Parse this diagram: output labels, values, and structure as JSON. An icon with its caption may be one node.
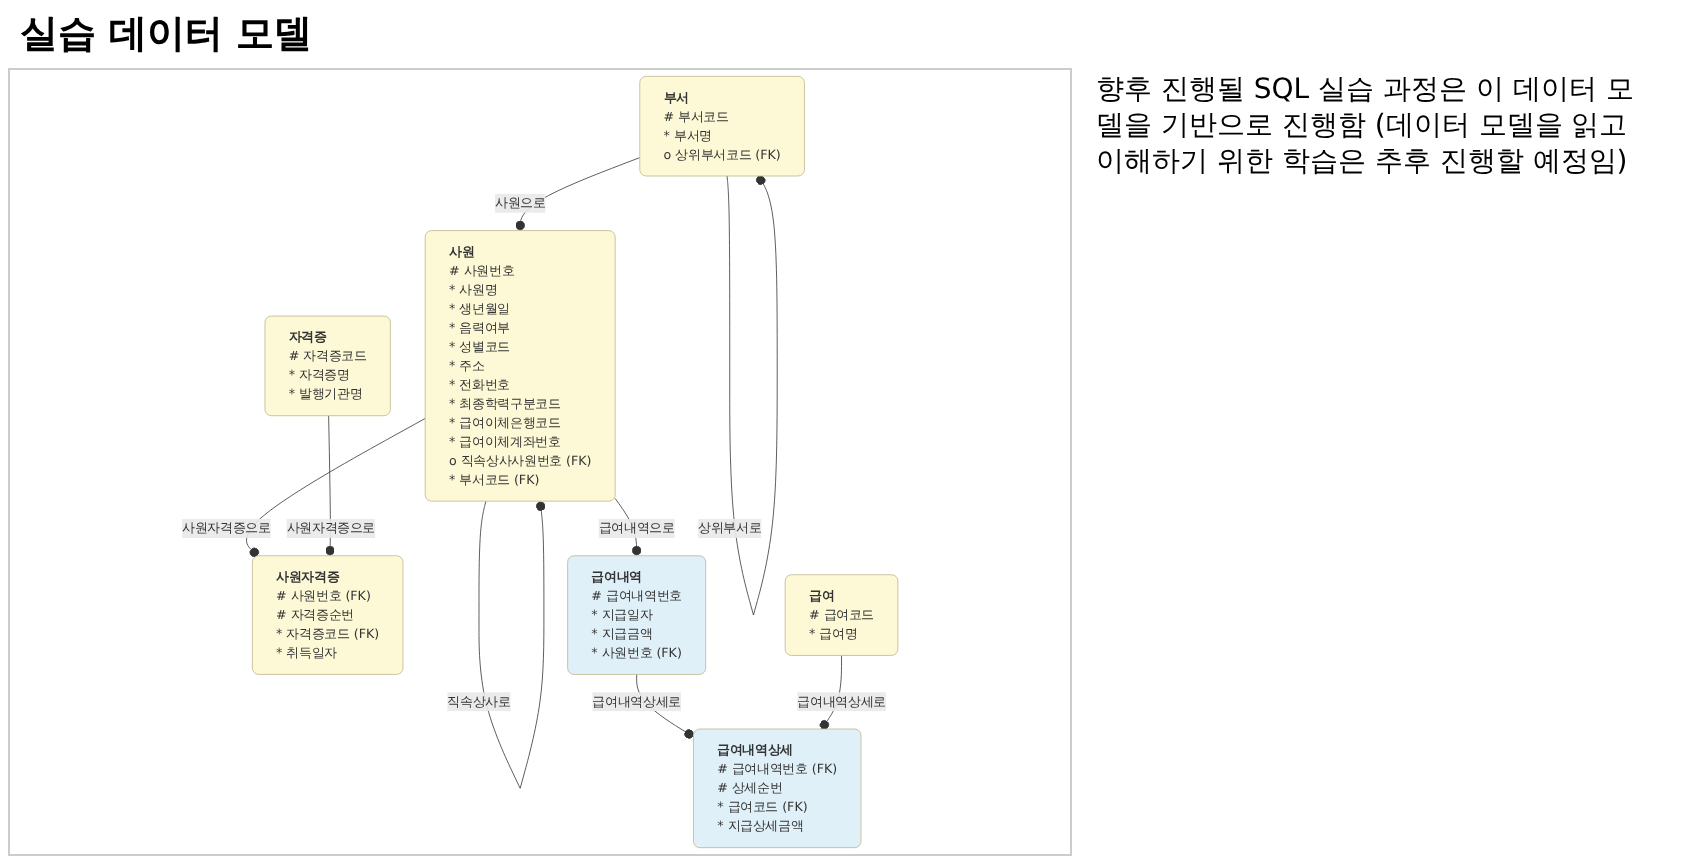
{
  "diagram": {
    "title": "실습 데이터 모델",
    "nodes": [
      {
        "text": [
          "사원",
          "# 사원번호",
          "* 사원명",
          "* 생년월일",
          "* 음력여부",
          "* 성별코드",
          "* 주소",
          "* 전화번호",
          "* 최종학력구분코드",
          "* 급여이체은행코드",
          "* 급여이체계좌번호",
          "o 직속상사사원번호 (FK)",
          "* 부서코드 (FK)"
        ]
      },
      {
        "text": [
          "부서",
          "# 부서코드",
          "* 부서명",
          "o 상위부서코드 (FK)"
        ]
      },
      {
        "text": [
          "사원자격증",
          "# 사원번호 (FK)",
          "# 자격증순번",
          "* 자격증코드 (FK)",
          "* 취득일자"
        ]
      },
      {
        "text": [
          "자격증",
          "# 자격증코드",
          "* 자격증명",
          "* 발행기관명"
        ]
      },
      {
        "text": [
          "급여내역",
          "# 급여내역번호",
          "* 지급일자",
          "* 지급금액",
          "* 사원번호 (FK)"
        ]
      },
      {
        "text": [
          "급여내역상세",
          "# 급여내역번호 (FK)",
          "# 상세순번",
          "* 급여코드 (FK)",
          "* 지급상세금액"
        ]
      },
      {
        "text": [
          "급여",
          "# 급여코드",
          "* 급여명"
        ]
      }
    ],
    "edges": [
      {
        "from": 0,
        "to": 0,
        "arrow": "other",
        "label": "직속상사로"
      },
      {
        "from": 1,
        "to": 0,
        "arrow": "other",
        "label": "사원으로"
      },
      {
        "from": 1,
        "to": 1,
        "arrow": "other",
        "label": "상위부서로"
      },
      {
        "from": 0,
        "to": 2,
        "arrow": "other",
        "label": "사원자격증으로"
      },
      {
        "from": 3,
        "to": 2,
        "arrow": "other",
        "label": "사원자격증으로"
      },
      {
        "from": 0,
        "to": 4,
        "arrow": "other",
        "label": "급여내역으로"
      },
      {
        "from": 4,
        "to": 5,
        "arrow": "other",
        "label": "급여내역상세로"
      },
      {
        "from": 6,
        "to": 5,
        "arrow": "other",
        "label": "급여내역상세로"
      }
    ],
    "labels": [
      "향후 진행될 SQL 실습 과정은 이 데이터 모델을 기반으로 진행함 (데이터 모델을 읽고 이해하기 위한 학습은 추후 진행할 예정임)"
    ]
  }
}
